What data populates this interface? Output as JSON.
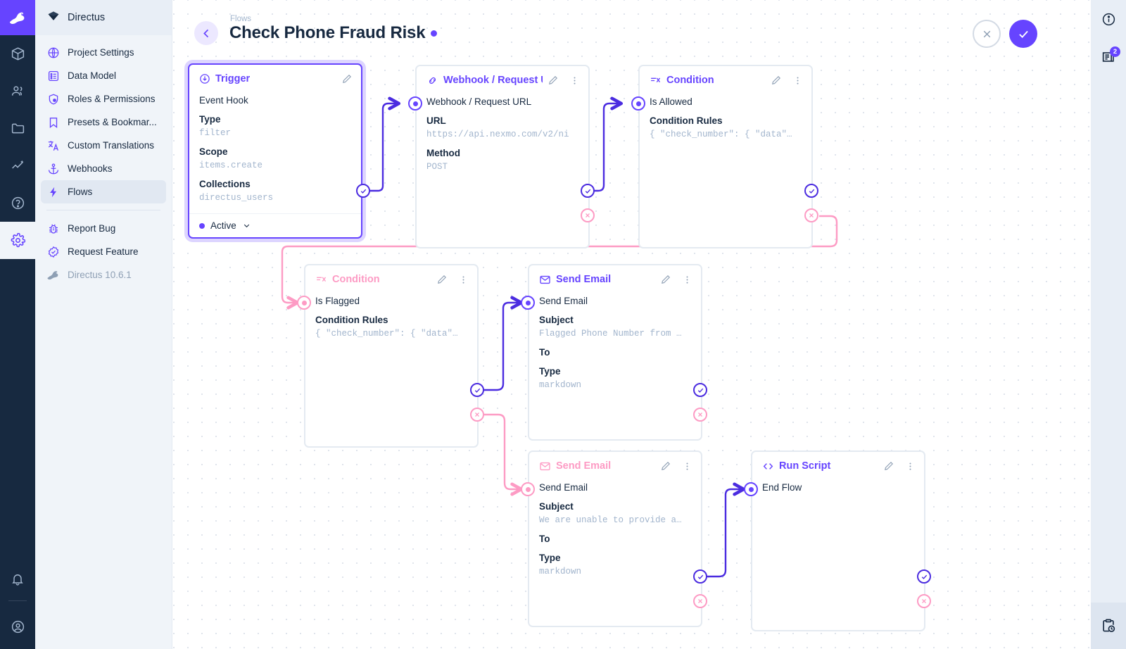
{
  "rail": {
    "logo_icon": "directus-rabbit-logo",
    "items": [
      {
        "name": "content",
        "icon": "box-icon",
        "active": false
      },
      {
        "name": "users",
        "icon": "people-icon",
        "active": false
      },
      {
        "name": "files",
        "icon": "folder-icon",
        "active": false
      },
      {
        "name": "insights",
        "icon": "chart-icon",
        "active": false
      },
      {
        "name": "docs",
        "icon": "help-circle-icon",
        "active": false
      },
      {
        "name": "settings",
        "icon": "gear-icon",
        "active": true
      }
    ],
    "bottom": [
      {
        "name": "notifications",
        "icon": "bell-icon"
      },
      {
        "name": "account",
        "icon": "user-circle-icon"
      }
    ]
  },
  "sidebar": {
    "title": "Directus",
    "title_icon": "directus-diamond-icon",
    "items": [
      {
        "label": "Project Settings",
        "icon": "globe-icon",
        "active": false,
        "muted": false
      },
      {
        "label": "Data Model",
        "icon": "list-box-icon",
        "active": false,
        "muted": false
      },
      {
        "label": "Roles & Permissions",
        "icon": "shield-icon",
        "active": false,
        "muted": false
      },
      {
        "label": "Presets & Bookmar...",
        "icon": "bookmark-icon",
        "active": false,
        "muted": false
      },
      {
        "label": "Custom Translations",
        "icon": "translate-icon",
        "active": false,
        "muted": false
      },
      {
        "label": "Webhooks",
        "icon": "anchor-icon",
        "active": false,
        "muted": false
      },
      {
        "label": "Flows",
        "icon": "bolt-icon",
        "active": true,
        "muted": false
      }
    ],
    "items2": [
      {
        "label": "Report Bug",
        "icon": "bug-icon",
        "active": false,
        "muted": false
      },
      {
        "label": "Request Feature",
        "icon": "check-badge-icon",
        "active": false,
        "muted": false
      },
      {
        "label": "Directus 10.6.1",
        "icon": "rabbit-icon",
        "active": false,
        "muted": true
      }
    ]
  },
  "header": {
    "breadcrumb": "Flows",
    "title": "Check Phone Fraud Risk",
    "status_dot_color": "#6644ff",
    "back_icon": "arrow-left-icon",
    "cancel_label": "cancel-icon",
    "save_label": "check-icon"
  },
  "nodes": [
    {
      "id": "trigger",
      "title": "Trigger",
      "icon": "trigger-bolt-circle-icon",
      "name": "Event Hook",
      "color": "purple",
      "selected": true,
      "fields": [
        {
          "label": "Type",
          "value": "filter"
        },
        {
          "label": "Scope",
          "value": "items.create"
        },
        {
          "label": "Collections",
          "value": "directus_users"
        }
      ],
      "footer": "Active"
    },
    {
      "id": "webhook",
      "title": "Webhook / Request U",
      "icon": "link-icon",
      "name": "Webhook / Request URL",
      "color": "purple",
      "selected": false,
      "fields": [
        {
          "label": "URL",
          "value": "https://api.nexmo.com/v2/ni"
        },
        {
          "label": "Method",
          "value": "POST"
        }
      ]
    },
    {
      "id": "cond-allowed",
      "title": "Condition",
      "icon": "condition-icon",
      "name": "Is Allowed",
      "color": "purple",
      "selected": false,
      "fields": [
        {
          "label": "Condition Rules",
          "value": "{ \"check_number\": { \"data\"…"
        }
      ]
    },
    {
      "id": "cond-flagged",
      "title": "Condition",
      "icon": "condition-icon",
      "name": "Is Flagged",
      "color": "pink",
      "selected": false,
      "fields": [
        {
          "label": "Condition Rules",
          "value": "{ \"check_number\": { \"data\"…"
        }
      ]
    },
    {
      "id": "email-flagged",
      "title": "Send Email",
      "icon": "mail-icon",
      "name": "Send Email",
      "color": "purple",
      "selected": false,
      "fields": [
        {
          "label": "Subject",
          "value": "Flagged Phone Number from …"
        },
        {
          "label": "To",
          "value": ""
        },
        {
          "label": "Type",
          "value": "markdown"
        }
      ]
    },
    {
      "id": "email-unable",
      "title": "Send Email",
      "icon": "mail-icon",
      "name": "Send Email",
      "color": "pink",
      "selected": false,
      "fields": [
        {
          "label": "Subject",
          "value": "We are unable to provide a…"
        },
        {
          "label": "To",
          "value": ""
        },
        {
          "label": "Type",
          "value": "markdown"
        }
      ]
    },
    {
      "id": "run-script",
      "title": "Run Script",
      "icon": "code-brackets-icon",
      "name": "End Flow",
      "color": "purple",
      "selected": false,
      "fields": []
    }
  ],
  "right_panel": {
    "items": [
      {
        "name": "info",
        "icon": "info-circle-icon",
        "badge": ""
      },
      {
        "name": "logs",
        "icon": "flow-logs-icon",
        "badge": "2"
      }
    ],
    "bottom": [
      {
        "name": "activity",
        "icon": "clipboard-clock-icon",
        "badge": ""
      }
    ]
  },
  "colors": {
    "accent": "#6644ff",
    "reject": "#fd9bc4",
    "success_wire": "#4b2ce0",
    "dark": "#172940",
    "muted": "#a2b5cd"
  }
}
